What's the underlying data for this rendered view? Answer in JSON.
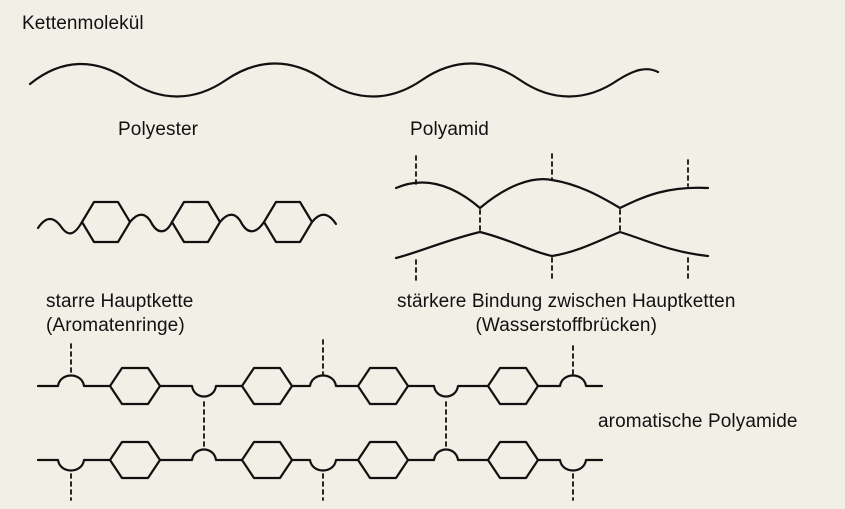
{
  "labels": {
    "chain_molecule": "Kettenmolekül",
    "polyester": "Polyester",
    "polyamide": "Polyamid",
    "rigid_line1": "starre Hauptkette",
    "rigid_line2": "(Aromatenringe)",
    "strong_line1": "stärkere Bindung zwischen Hauptketten",
    "strong_line2": "(Wasserstoffbrücken)",
    "aromatic_polyamide": "aromatische Polyamide"
  },
  "colors": {
    "ink": "#111111",
    "paper": "#f2efe6"
  }
}
